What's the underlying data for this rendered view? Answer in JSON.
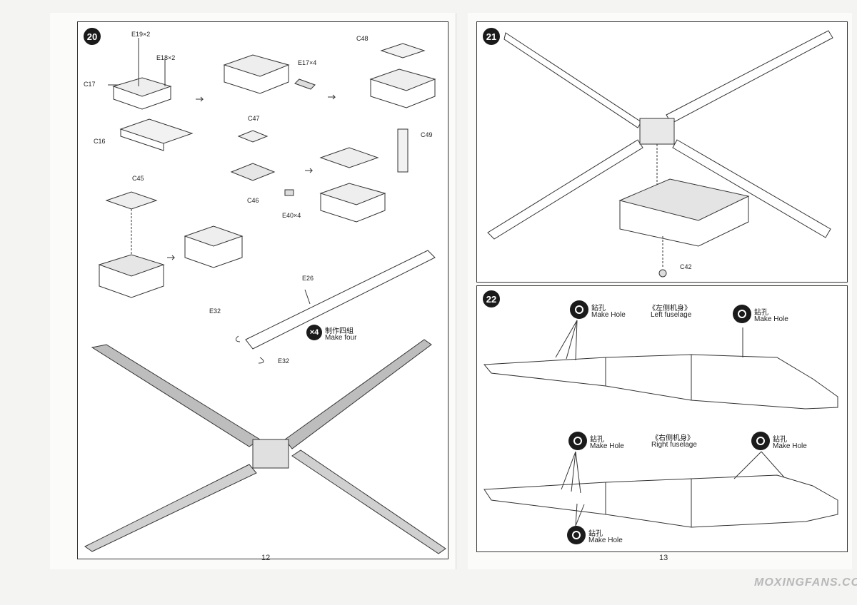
{
  "left_page": {
    "page_number": "12",
    "step20": {
      "number": "20",
      "parts": {
        "e19": "E19×2",
        "e18": "E18×2",
        "c17": "C17",
        "c16": "C16",
        "e17": "E17×4",
        "c48": "C48",
        "c49": "C49",
        "c47": "C47",
        "c46": "C46",
        "e40": "E40×4",
        "c45": "C45",
        "e26": "E26",
        "e32a": "E32",
        "e32b": "E32"
      },
      "make_four": {
        "badge": "×4",
        "cn": "制作四組",
        "en": "Make four"
      }
    }
  },
  "right_page": {
    "page_number": "13",
    "step21": {
      "number": "21",
      "parts": {
        "c42": "C42"
      }
    },
    "step22": {
      "number": "22",
      "left_fuselage": {
        "cn": "《左侧机身》",
        "en": "Left fuselage"
      },
      "right_fuselage": {
        "cn": "《右侧机身》",
        "en": "Right fuselage"
      },
      "drill_notes": [
        {
          "cn": "鉆孔",
          "en": "Make Hole"
        },
        {
          "cn": "鉆孔",
          "en": "Make Hole"
        },
        {
          "cn": "鉆孔",
          "en": "Make Hole"
        },
        {
          "cn": "鉆孔",
          "en": "Make Hole"
        },
        {
          "cn": "鉆孔",
          "en": "Make Hole"
        }
      ]
    }
  },
  "watermark": "MOXINGFANS.COM"
}
